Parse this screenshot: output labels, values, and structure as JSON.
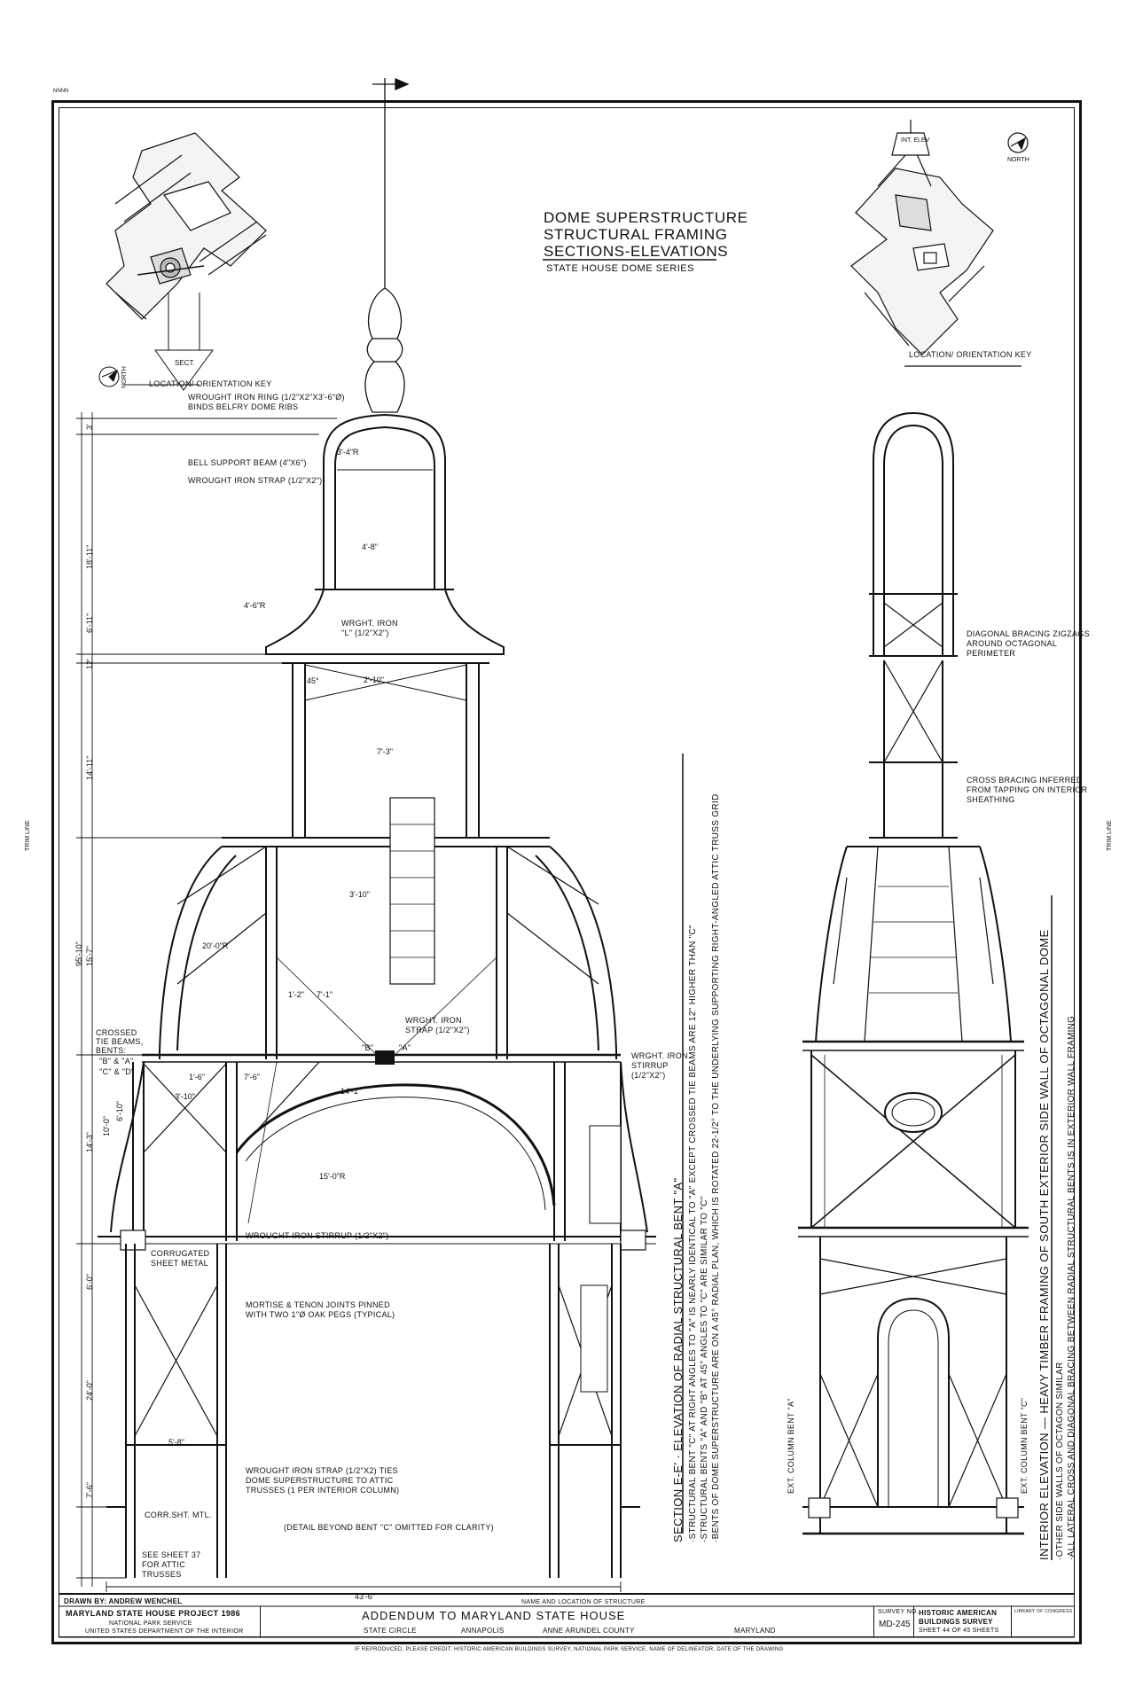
{
  "sheet": {
    "title_lines": [
      "DOME SUPERSTRUCTURE",
      "STRUCTURAL FRAMING",
      "SECTIONS-ELEVATIONS"
    ],
    "series": "STATE HOUSE DOME SERIES",
    "corner_mark": "NNNN",
    "trim_line": "TRIM LINE"
  },
  "key_left": {
    "label": "LOCATION/ ORIENTATION KEY",
    "sect": "SECT.",
    "north": "NORTH"
  },
  "key_right": {
    "label": "LOCATION/ ORIENTATION KEY",
    "int_elev": "INT. ELEV",
    "north": "NORTH"
  },
  "section_notes": {
    "ring": "WROUGHT IRON RING (1/2\"x2\"x3'-6\"ø)",
    "ring2": "BINDS BELFRY DOME RIBS",
    "bell_beam": "BELL SUPPORT BEAM (4\"x6\")",
    "strap_top": "WROUGHT IRON STRAP (1/2\"x2\")",
    "wrght_l": "WRGHT. IRON",
    "wrght_l2": "\"L\" (1/2\"x2\")",
    "crossed1": "CROSSED",
    "crossed2": "TIE BEAMS,",
    "crossed3": "BENTS:",
    "crossed4": "\"B\" & \"A\"",
    "crossed5": "\"C\" & \"D\"",
    "strap_mid": "WRGHT. IRON",
    "strap_mid2": "STRAP (1/2\"x2\")",
    "stirrup_r": "WRGHT. IRON",
    "stirrup_r2": "STIRRUP",
    "stirrup_r3": "(1/2\"x2\")",
    "stirrup_main": "WROUGHT IRON STIRRUP (1/2\"x2\")",
    "corrugated": "CORRUGATED",
    "corrugated2": "SHEET METAL",
    "mortise": "MORTISE & TENON JOINTS PINNED",
    "mortise2": "WITH TWO 1\"ø OAK PEGS (TYPICAL)",
    "strap_ties": "WROUGHT IRON STRAP (1/2\"x2) TIES",
    "strap_ties2": "DOME SUPERSTRUCTURE TO ATTIC",
    "strap_ties3": "TRUSSES (1 PER INTERIOR COLUMN)",
    "corr_sht": "CORR.SHT. MTL.",
    "detail": "(DETAIL BEYOND BENT \"C\" OMITTED FOR CLARITY)",
    "see_sheet": "SEE SHEET 37",
    "see_sheet2": "FOR ATTIC",
    "see_sheet3": "TRUSSES",
    "bent_b": "\"B\"",
    "bent_a": "\"A\""
  },
  "dimensions": {
    "d_3": "3'",
    "d_18_11": "18'-11\"",
    "d_6_11": "6'-11\"",
    "d_12": "12'",
    "d_14_11": "14'-11\"",
    "d_15_7": "15'-7\"",
    "d_95_10": "95'-10\"",
    "d_6_10": "6'-10\"",
    "d_10_0": "10'-0\"",
    "d_14_3": "14'-3\"",
    "d_6_0": "6'-0\"",
    "d_24_0": "24'-0\"",
    "d_7_6": "7'-6\"",
    "d_4_8": "4'-8\"",
    "d_2_10": "2'-10\"",
    "d_7_3": "7'-3\"",
    "d_3_10a": "3'-10\"",
    "d_20_0": "20'-0\"R",
    "d_3_4r": "3'-4\"R",
    "d_4_6r": "4'-6\"R",
    "d_1_2": "1'-2\"",
    "d_7_1": "7'-1\"",
    "d_1_6": "1'-6\"",
    "d_7_6b": "7'-6\"",
    "d_14_1": "14'-1\"",
    "d_3_10b": "3'-10\"",
    "d_15_0r": "15'-0\"R",
    "d_5_8": "5'-8\"",
    "d_43_6": "43'-6\"",
    "d_45": "45°"
  },
  "right_notes": {
    "diag": "DIAGONAL BRACING ZIGZAGS",
    "diag2": "AROUND OCTAGONAL",
    "diag3": "PERIMETER",
    "cross": "CROSS BRACING INFERRED",
    "cross2": "FROM TAPPING ON INTERIOR",
    "cross3": "SHEATHING",
    "col_a": "EXT. COLUMN BENT \"A\"",
    "col_c": "EXT. COLUMN BENT \"C\""
  },
  "section_caption": {
    "heading": "SECTION E-E' · ELEVATION OF RADIAL STRUCTURAL BENT \"A\"",
    "line1": "·STRUCTURAL BENT \"C\" AT RIGHT ANGLES TO \"A\" IS NEARLY IDENTICAL TO \"A\" EXCEPT CROSSED TIE BEAMS ARE 12\" HIGHER THAN \"C\"",
    "line2": "·STRUCTURAL BENTS \"A\" AND \"B\" AT 45° ANGLES TO \"C\" ARE SIMILAR TO \"C\"",
    "line3": "·BENTS OF DOME SUPERSTRUCTURE ARE ON A 45° RADIAL PLAN, WHICH IS ROTATED 22-1/2° TO THE UNDERLYING SUPPORTING RIGHT-ANGLED ATTIC TRUSS GRID"
  },
  "elevation_caption": {
    "heading": "INTERIOR ELEVATION — HEAVY TIMBER FRAMING OF SOUTH EXTERIOR SIDE WALL OF OCTAGONAL DOME",
    "line1": "·OTHER SIDE WALLS OF OCTAGON SIMILAR",
    "line2": "·ALL LATERAL CROSS AND DIAGONAL BRACING BETWEEN RADIAL STRUCTURAL BENTS IS IN EXTERIOR WALL FRAMING"
  },
  "title_block": {
    "drawn_by": "DRAWN BY:  ANDREW WENCHEL",
    "project": "MARYLAND STATE HOUSE PROJECT 1986",
    "agency1": "NATIONAL PARK SERVICE",
    "agency2": "UNITED STATES DEPARTMENT OF THE INTERIOR",
    "name_label": "NAME AND LOCATION OF STRUCTURE",
    "name": "ADDENDUM  TO  MARYLAND STATE HOUSE",
    "loc1": "STATE CIRCLE",
    "loc2": "ANNAPOLIS",
    "loc3": "ANNE ARUNDEL COUNTY",
    "loc4": "MARYLAND",
    "survey_label": "SURVEY NO.",
    "survey_no": "MD-245",
    "habs1": "HISTORIC AMERICAN",
    "habs2": "BUILDINGS SURVEY",
    "sheet_text": "SHEET 44 OF 45 SHEETS",
    "loc_box": "LIBRARY OF CONGRESS",
    "credit": "IF REPRODUCED, PLEASE CREDIT: HISTORIC AMERICAN BUILDINGS SURVEY, NATIONAL PARK SERVICE, NAME OF DELINEATOR, DATE OF THE DRAWING"
  }
}
